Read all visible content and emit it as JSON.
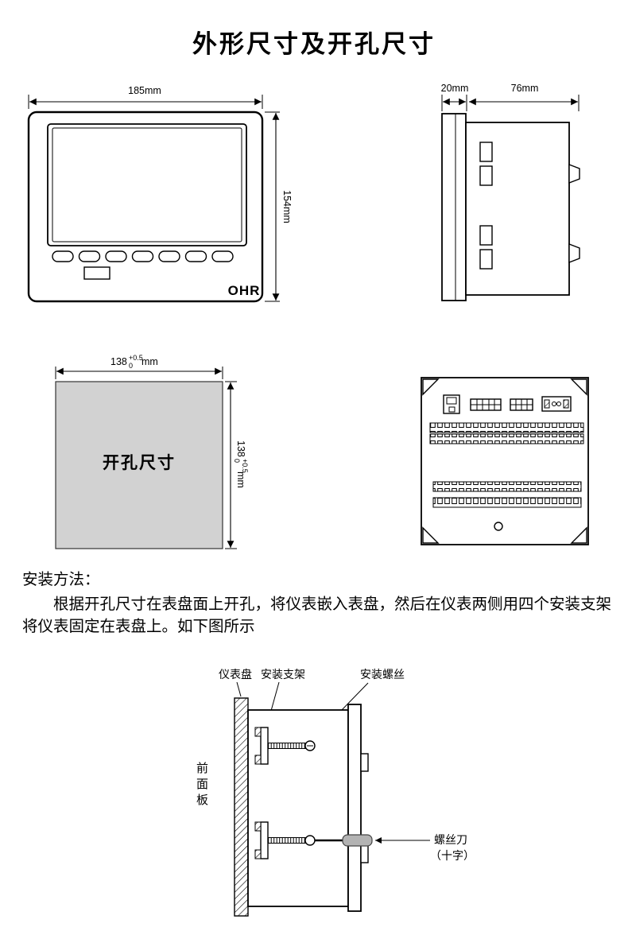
{
  "page": {
    "title": "外形尺寸及开孔尺寸"
  },
  "front_view": {
    "width_label": "185mm",
    "height_label": "154mm",
    "brand": "OHR"
  },
  "side_view": {
    "bezel_depth_label": "20mm",
    "body_depth_label": "76mm"
  },
  "cutout": {
    "label": "开孔尺寸",
    "width": {
      "value": "138",
      "tol_upper": "+0.5",
      "tol_lower": "0",
      "unit": "mm"
    },
    "height": {
      "value": "138",
      "tol_upper": "+0.5",
      "tol_lower": "0",
      "unit": "mm"
    }
  },
  "instructions": {
    "heading": "安装方法：",
    "body": "根据开孔尺寸在表盘面上开孔，将仪表嵌入表盘，然后在仪表两侧用四个安装支架将仪表固定在表盘上。如下图所示"
  },
  "install": {
    "panel_label": "仪表盘",
    "bracket_label": "安装支架",
    "screw_label": "安装螺丝",
    "front_panel_label": "前面板",
    "screwdriver_label_line1": "螺丝刀",
    "screwdriver_label_line2": "（十字）"
  },
  "colors": {
    "cutout_fill": "#d2d2d2",
    "screwdriver_handle": "#b3b3b3"
  }
}
